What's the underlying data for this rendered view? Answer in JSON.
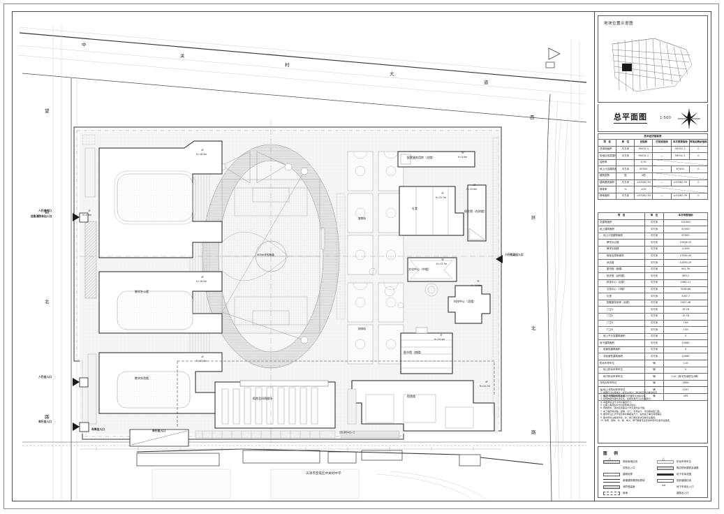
{
  "sheet": {
    "drawing_title": "总平面图",
    "scale": "1:500",
    "project_name": "天津市宝坻区中关村中学"
  },
  "location_panel": {
    "title": "地块位置示意图"
  },
  "roads": {
    "top": [
      "中",
      "关",
      "村",
      "大",
      "道"
    ],
    "left": [
      "望",
      "都",
      "北",
      "路"
    ],
    "right": [
      "西",
      "环",
      "北",
      "路"
    ]
  },
  "entrances": [
    {
      "label": "人行出入口",
      "side": "left"
    },
    {
      "label": "应急消防车出入口",
      "side": "left"
    },
    {
      "label": "人行出入口",
      "side": "left"
    },
    {
      "label": "车行出入口",
      "side": "left"
    },
    {
      "label": "人行机动出入口",
      "side": "right"
    },
    {
      "label": "车库出入口",
      "side": "bottom"
    },
    {
      "label": "车行出入口",
      "side": "bottom"
    },
    {
      "label": "应急消防车出入口",
      "side": "bottom"
    }
  ],
  "buildings": [
    {
      "name": "教学办公楼",
      "floors": "4F",
      "height": "H=16.5m"
    },
    {
      "name": "教学实验楼",
      "floors": "4F",
      "height": "H=16.5m"
    },
    {
      "name": "宿舍及风雨操场",
      "floors": "4F",
      "height": "H=22.7m"
    },
    {
      "name": "配套服务用房（北楼）",
      "floors": "2F",
      "height": "H=9.8m"
    },
    {
      "name": "礼堂",
      "floors": "3F",
      "height": "H=32.7m"
    },
    {
      "name": "校史馆（台阶楼）",
      "floors": "2F",
      "height": "H=15.6m"
    },
    {
      "name": "文化中心（中楼）",
      "floors": "3F",
      "height": "H=13.7m"
    },
    {
      "name": "图书馆（南楼）",
      "floors": "3F",
      "height": "H=15.4m"
    },
    {
      "name": "科技中心（北楼）",
      "floors": "3F",
      "height": "H=14.6m"
    },
    {
      "name": "宿舍楼",
      "floors": "4F",
      "height": "H=22.7m"
    },
    {
      "name": "门卫",
      "floors": "1F",
      "height": "H=5.9m"
    }
  ],
  "sports": [
    {
      "name": "400m环形跑道"
    },
    {
      "name": "篮球场"
    },
    {
      "name": "排球场"
    }
  ],
  "index_table_1": {
    "caption": "技术经济指标表",
    "headers": [
      "项　目",
      "单　位",
      "总指标",
      "已批准指标",
      "本次申报指标",
      "审批后剩余指标"
    ],
    "rows": [
      [
        "总用地面积",
        "平方米",
        "95031.1",
        "—",
        "95031.1",
        "0"
      ],
      [
        "用地红线范围内面积",
        "平方米",
        "95031.1",
        "—",
        "95031.1",
        "0"
      ],
      [
        "容积率",
        "",
        "0.92",
        "",
        "",
        ""
      ],
      [
        "地上计容建筑面积",
        "平方米",
        "87000",
        "—",
        "87000",
        "0"
      ],
      [
        "建筑层数",
        "层",
        "4层",
        "",
        "",
        ""
      ],
      [
        "建筑基底面积",
        "平方米",
        "≤33262.39",
        "—",
        "≤33262.39",
        "0"
      ],
      [
        "绿地率",
        "%",
        "≥35",
        "",
        "",
        ""
      ],
      [
        "绿地面积",
        "平方米",
        "≥33262.39",
        "—",
        "≥33262.39",
        "0"
      ]
    ]
  },
  "index_table_2": {
    "headers": [
      "项　目",
      "单　位",
      "本次申报指标"
    ],
    "rows": [
      {
        "indent": 0,
        "name": "总建筑面积",
        "unit": "平方米",
        "value": "101060"
      },
      {
        "indent": 0,
        "name": "地上建筑面积",
        "unit": "平方米",
        "value": "87000"
      },
      {
        "indent": 1,
        "name": "地上计容建筑面积",
        "unit": "平方米",
        "value": "87000"
      },
      {
        "indent": 2,
        "name": "教学办公楼",
        "unit": "平方米",
        "value": "23006.32"
      },
      {
        "indent": 2,
        "name": "教学实验楼",
        "unit": "平方米",
        "value": "11009"
      },
      {
        "indent": 2,
        "name": "宿舍及风雨操场",
        "unit": "平方米",
        "value": "13364.45"
      },
      {
        "indent": 2,
        "name": "综合楼",
        "unit": "平方米",
        "value": "14363.29"
      },
      {
        "indent": 2,
        "name": "图书馆（南楼）",
        "unit": "平方米",
        "value": "941.39"
      },
      {
        "indent": 2,
        "name": "校史馆（台阶楼）",
        "unit": "平方米",
        "value": "983.1"
      },
      {
        "indent": 2,
        "name": "科技中心（北楼）",
        "unit": "平方米",
        "value": "2484.11"
      },
      {
        "indent": 2,
        "name": "文化中心（中楼）",
        "unit": "平方米",
        "value": "3036.66"
      },
      {
        "indent": 2,
        "name": "礼堂",
        "unit": "平方米",
        "value": "3167.7"
      },
      {
        "indent": 2,
        "name": "配套服务用房（北楼）",
        "unit": "平方米",
        "value": "1957.46"
      },
      {
        "indent": 2,
        "name": "门卫1",
        "unit": "平方米",
        "value": "19.78"
      },
      {
        "indent": 2,
        "name": "门卫2",
        "unit": "平方米",
        "value": "19.78"
      },
      {
        "indent": 2,
        "name": "门卫3",
        "unit": "平方米",
        "value": "7.83"
      },
      {
        "indent": 2,
        "name": "门卫4",
        "unit": "平方米",
        "value": "7.83"
      },
      {
        "indent": 1,
        "name": "地上不计容建筑面积",
        "unit": "平方米",
        "value": "0"
      },
      {
        "indent": 0,
        "name": "地下建筑面积",
        "unit": "平方米",
        "value": "14060"
      },
      {
        "indent": 1,
        "name": "经营性建筑面积",
        "unit": "平方米",
        "value": "0"
      },
      {
        "indent": 1,
        "name": "非经营性建筑面积",
        "unit": "平方米",
        "value": "14060"
      },
      {
        "indent": 0,
        "name": "机动车停车位",
        "unit": "辆",
        "value": "110"
      },
      {
        "indent": 1,
        "name": "地上机动车停车位",
        "unit": "辆",
        "value": "0"
      },
      {
        "indent": 1,
        "name": "地下机动车停车位",
        "unit": "辆",
        "value": "110（其中充电桩位4辆）"
      },
      {
        "indent": 0,
        "name": "非机动车停车位",
        "unit": "辆",
        "value": "2856"
      },
      {
        "indent": 1,
        "name": "地上非机动车停车位",
        "unit": "辆",
        "value": "2357"
      },
      {
        "indent": 1,
        "name": "地下非机动车停车位",
        "unit": "辆",
        "value": "499"
      }
    ]
  },
  "notes": {
    "title": "注：",
    "items": [
      "1. 本图尺寸以毫米计，标高以米计，所注标高均为绝对标高。",
      "2. 本设计平面坐标系采用2000国家大地坐标系。",
      "3. 建筑物用外墙外皮定位，建筑轮廓尺寸以外墙皮计。",
      "4. 本图所标注尺寸均为轴线尺寸。",
      "5. 总图上各项坐标均为建筑角点坐标。",
      "6. 场地排水、竖向及道路设计详见竖向设计图。",
      "7. 本工程所有道路、围墙、大门、景观设计，详见相关施工图。",
      "8. 图中所注土方开挖及降水等相关尺寸，由外施工单位现场确定。",
      "9. 图中所标注各类管线，井、阀门等位置详见各专业图纸。",
      "10. 建筑、结构、水、暖、电力、燃气等各专业管线布置详见各专业图纸。"
    ]
  },
  "legend": {
    "title": "图　例",
    "left_items": [
      {
        "text": "规划用地红线",
        "swatch": "hatch"
      },
      {
        "text": "学校出入口",
        "swatch": "tri"
      },
      {
        "text": "建筑轮廓",
        "swatch": "open"
      },
      {
        "text": "新建建筑基底轮廓线",
        "swatch": "dbl"
      },
      {
        "text": "消防登高面",
        "swatch": "grey"
      },
      {
        "text": "绿地",
        "swatch": "dot"
      }
    ],
    "right_items": [
      {
        "text": "机动车停车位",
        "swatch": "lite"
      },
      {
        "text": "周边现状建筑及道路",
        "swatch": "grey"
      },
      {
        "text": "地下车库范围",
        "swatch": "dark"
      },
      {
        "text": "规划道路红线",
        "swatch": "open"
      },
      {
        "text": "地下车库出入口",
        "swatch": "arrow"
      },
      {
        "text": "建筑出入口",
        "swatch": "tri"
      }
    ]
  }
}
